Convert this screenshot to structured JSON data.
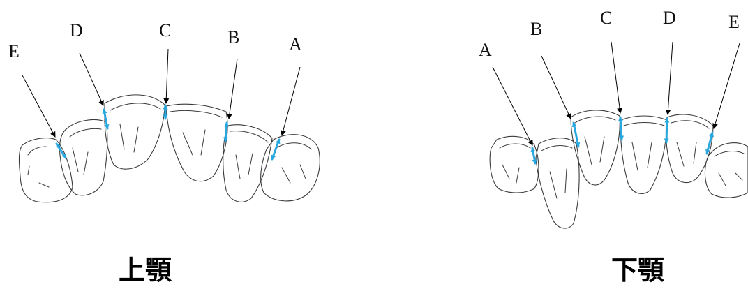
{
  "colors": {
    "gap_marker": "#29a8e0",
    "outline": "#3a3a3a",
    "leader": "#000000"
  },
  "upper_jaw": {
    "title": "上顎",
    "points": [
      {
        "label": "E"
      },
      {
        "label": "D"
      },
      {
        "label": "C"
      },
      {
        "label": "B"
      },
      {
        "label": "A"
      }
    ]
  },
  "lower_jaw": {
    "title": "下顎",
    "points": [
      {
        "label": "A"
      },
      {
        "label": "B"
      },
      {
        "label": "C"
      },
      {
        "label": "D"
      },
      {
        "label": "E"
      }
    ]
  }
}
